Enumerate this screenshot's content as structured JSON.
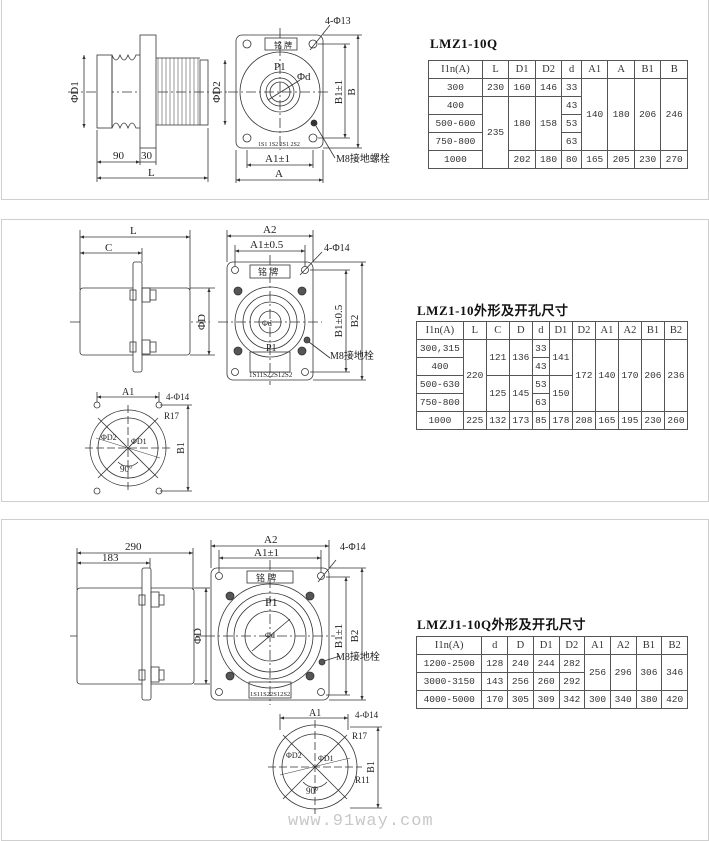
{
  "section1": {
    "title": "LMZ1-10Q",
    "drawing": {
      "d1": "ΦD1",
      "d2": "ΦD2",
      "dim90": "90",
      "dim30": "30",
      "L": "L",
      "nameplate": "铭 牌",
      "p1": "P1",
      "phid": "Φd",
      "holes": "4-Φ13",
      "terminals": "1S1 1S2 2S1 2S2",
      "A1": "A1±1",
      "A": "A",
      "B1": "B1±1",
      "B": "B",
      "ground": "M8接地螺栓"
    },
    "table": {
      "headers": [
        "I1n(A)",
        "L",
        "D1",
        "D2",
        "d",
        "A1",
        "A",
        "B1",
        "B"
      ],
      "rows": [
        [
          "300",
          "230",
          "160",
          "146",
          "33",
          "140",
          "180",
          "206",
          "246"
        ],
        [
          "400",
          "235",
          "180",
          "158",
          "43"
        ],
        [
          "500-600",
          "53"
        ],
        [
          "750-800",
          "63"
        ],
        [
          "1000",
          "202",
          "180",
          "80",
          "165",
          "205",
          "230",
          "270"
        ]
      ]
    }
  },
  "section2": {
    "title": "LMZ1-10外形及开孔尺寸",
    "drawing": {
      "L": "L",
      "C": "C",
      "phiD": "ΦD",
      "A2": "A2",
      "A1": "A1±0.5",
      "holes": "4-Φ14",
      "nameplate": "铭 牌",
      "phid": "Φd",
      "p1": "P1",
      "terminals": "1S11S22S12S2",
      "B1": "B1±0.5",
      "B2": "B2",
      "ground": "M8接地栓",
      "cutA1": "A1",
      "cutHoles": "4-Φ14",
      "r17": "R17",
      "cutD2": "ΦD2",
      "cutD1": "ΦD1",
      "angle": "90°",
      "cutB1": "B1"
    },
    "table": {
      "headers": [
        "I1n(A)",
        "L",
        "C",
        "D",
        "d",
        "D1",
        "D2",
        "A1",
        "A2",
        "B1",
        "B2"
      ],
      "rows": [
        [
          "300,315",
          "220",
          "121",
          "136",
          "33",
          "141",
          "172",
          "140",
          "170",
          "206",
          "236"
        ],
        [
          "400",
          "43"
        ],
        [
          "500-630",
          "125",
          "145",
          "53",
          "150"
        ],
        [
          "750-800",
          "63"
        ],
        [
          "1000",
          "225",
          "132",
          "173",
          "85",
          "178",
          "208",
          "165",
          "195",
          "230",
          "260"
        ]
      ]
    }
  },
  "section3": {
    "title": "LMZJ1-10Q外形及开孔尺寸",
    "drawing": {
      "d290": "290",
      "d183": "183",
      "phiD": "ΦD",
      "A2": "A2",
      "A1": "A1±1",
      "holes": "4-Φ14",
      "nameplate": "铭 牌",
      "p1": "P1",
      "phid": "Φd",
      "terminals": "1S11S22S12S2",
      "B1": "B1±1",
      "B2": "B2",
      "ground": "M8接地栓",
      "cutA1": "A1",
      "cutHoles": "4-Φ14",
      "r17": "R17",
      "r11": "R11",
      "cutD2": "ΦD2",
      "cutD1": "ΦD1",
      "angle": "90°",
      "cutB1": "B1"
    },
    "table": {
      "headers": [
        "I1n(A)",
        "d",
        "D",
        "D1",
        "D2",
        "A1",
        "A2",
        "B1",
        "B2"
      ],
      "rows": [
        [
          "1200-2500",
          "128",
          "240",
          "244",
          "282",
          "256",
          "296",
          "306",
          "346"
        ],
        [
          "3000-3150",
          "143",
          "256",
          "260",
          "292"
        ],
        [
          "4000-5000",
          "170",
          "305",
          "309",
          "342",
          "300",
          "340",
          "380",
          "420"
        ]
      ]
    }
  },
  "watermark": "www.91way.com"
}
